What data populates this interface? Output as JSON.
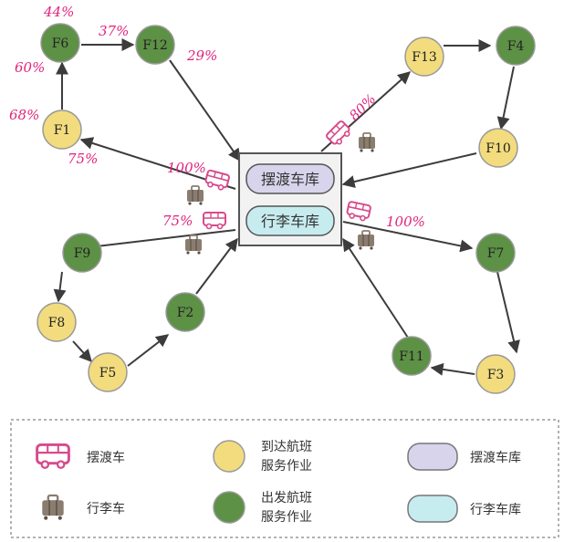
{
  "nodes": [
    {
      "id": "F1",
      "type": "arrival"
    },
    {
      "id": "F6",
      "type": "departure"
    },
    {
      "id": "F12",
      "type": "departure"
    },
    {
      "id": "F13",
      "type": "arrival"
    },
    {
      "id": "F4",
      "type": "departure"
    },
    {
      "id": "F10",
      "type": "arrival"
    },
    {
      "id": "F9",
      "type": "departure"
    },
    {
      "id": "F8",
      "type": "arrival"
    },
    {
      "id": "F5",
      "type": "arrival"
    },
    {
      "id": "F2",
      "type": "departure"
    },
    {
      "id": "F7",
      "type": "departure"
    },
    {
      "id": "F11",
      "type": "departure"
    },
    {
      "id": "F3",
      "type": "arrival"
    }
  ],
  "depots": {
    "shuttle": "摆渡车库",
    "baggage": "行李车库"
  },
  "percentages": [
    "44%",
    "60%",
    "68%",
    "37%",
    "29%",
    "75%",
    "100%",
    "75%",
    "80%",
    "100%"
  ],
  "legend": {
    "shuttle_car": "摆渡车",
    "baggage_car": "行李车",
    "arrival_line1": "到达航班",
    "arrival_line2": "服务作业",
    "departure_line1": "出发航班",
    "departure_line2": "服务作业",
    "shuttle_depot": "摆渡车库",
    "baggage_depot": "行李车库"
  },
  "colors": {
    "arrival": "#f2dc7e",
    "departure": "#5d9146",
    "shuttle_depot": "#d8d4ec",
    "baggage_depot": "#c7ecef",
    "accent": "#e0237d",
    "baggage_icon": "#8a7d70"
  }
}
